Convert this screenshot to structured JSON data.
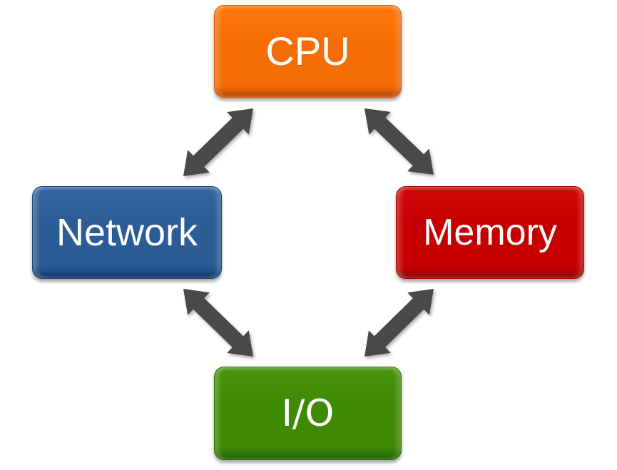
{
  "diagram": {
    "type": "cycle",
    "nodes": [
      {
        "id": "cpu",
        "label": "CPU",
        "color": "#F56D05"
      },
      {
        "id": "network",
        "label": "Network",
        "color": "#2C5C96"
      },
      {
        "id": "memory",
        "label": "Memory",
        "color": "#C60000"
      },
      {
        "id": "io",
        "label": "I/O",
        "color": "#3F8A03"
      }
    ],
    "edges": [
      {
        "from": "cpu",
        "to": "network",
        "bidirectional": true
      },
      {
        "from": "cpu",
        "to": "memory",
        "bidirectional": true
      },
      {
        "from": "network",
        "to": "io",
        "bidirectional": true
      },
      {
        "from": "memory",
        "to": "io",
        "bidirectional": true
      }
    ],
    "arrow_color": "#48484A"
  }
}
